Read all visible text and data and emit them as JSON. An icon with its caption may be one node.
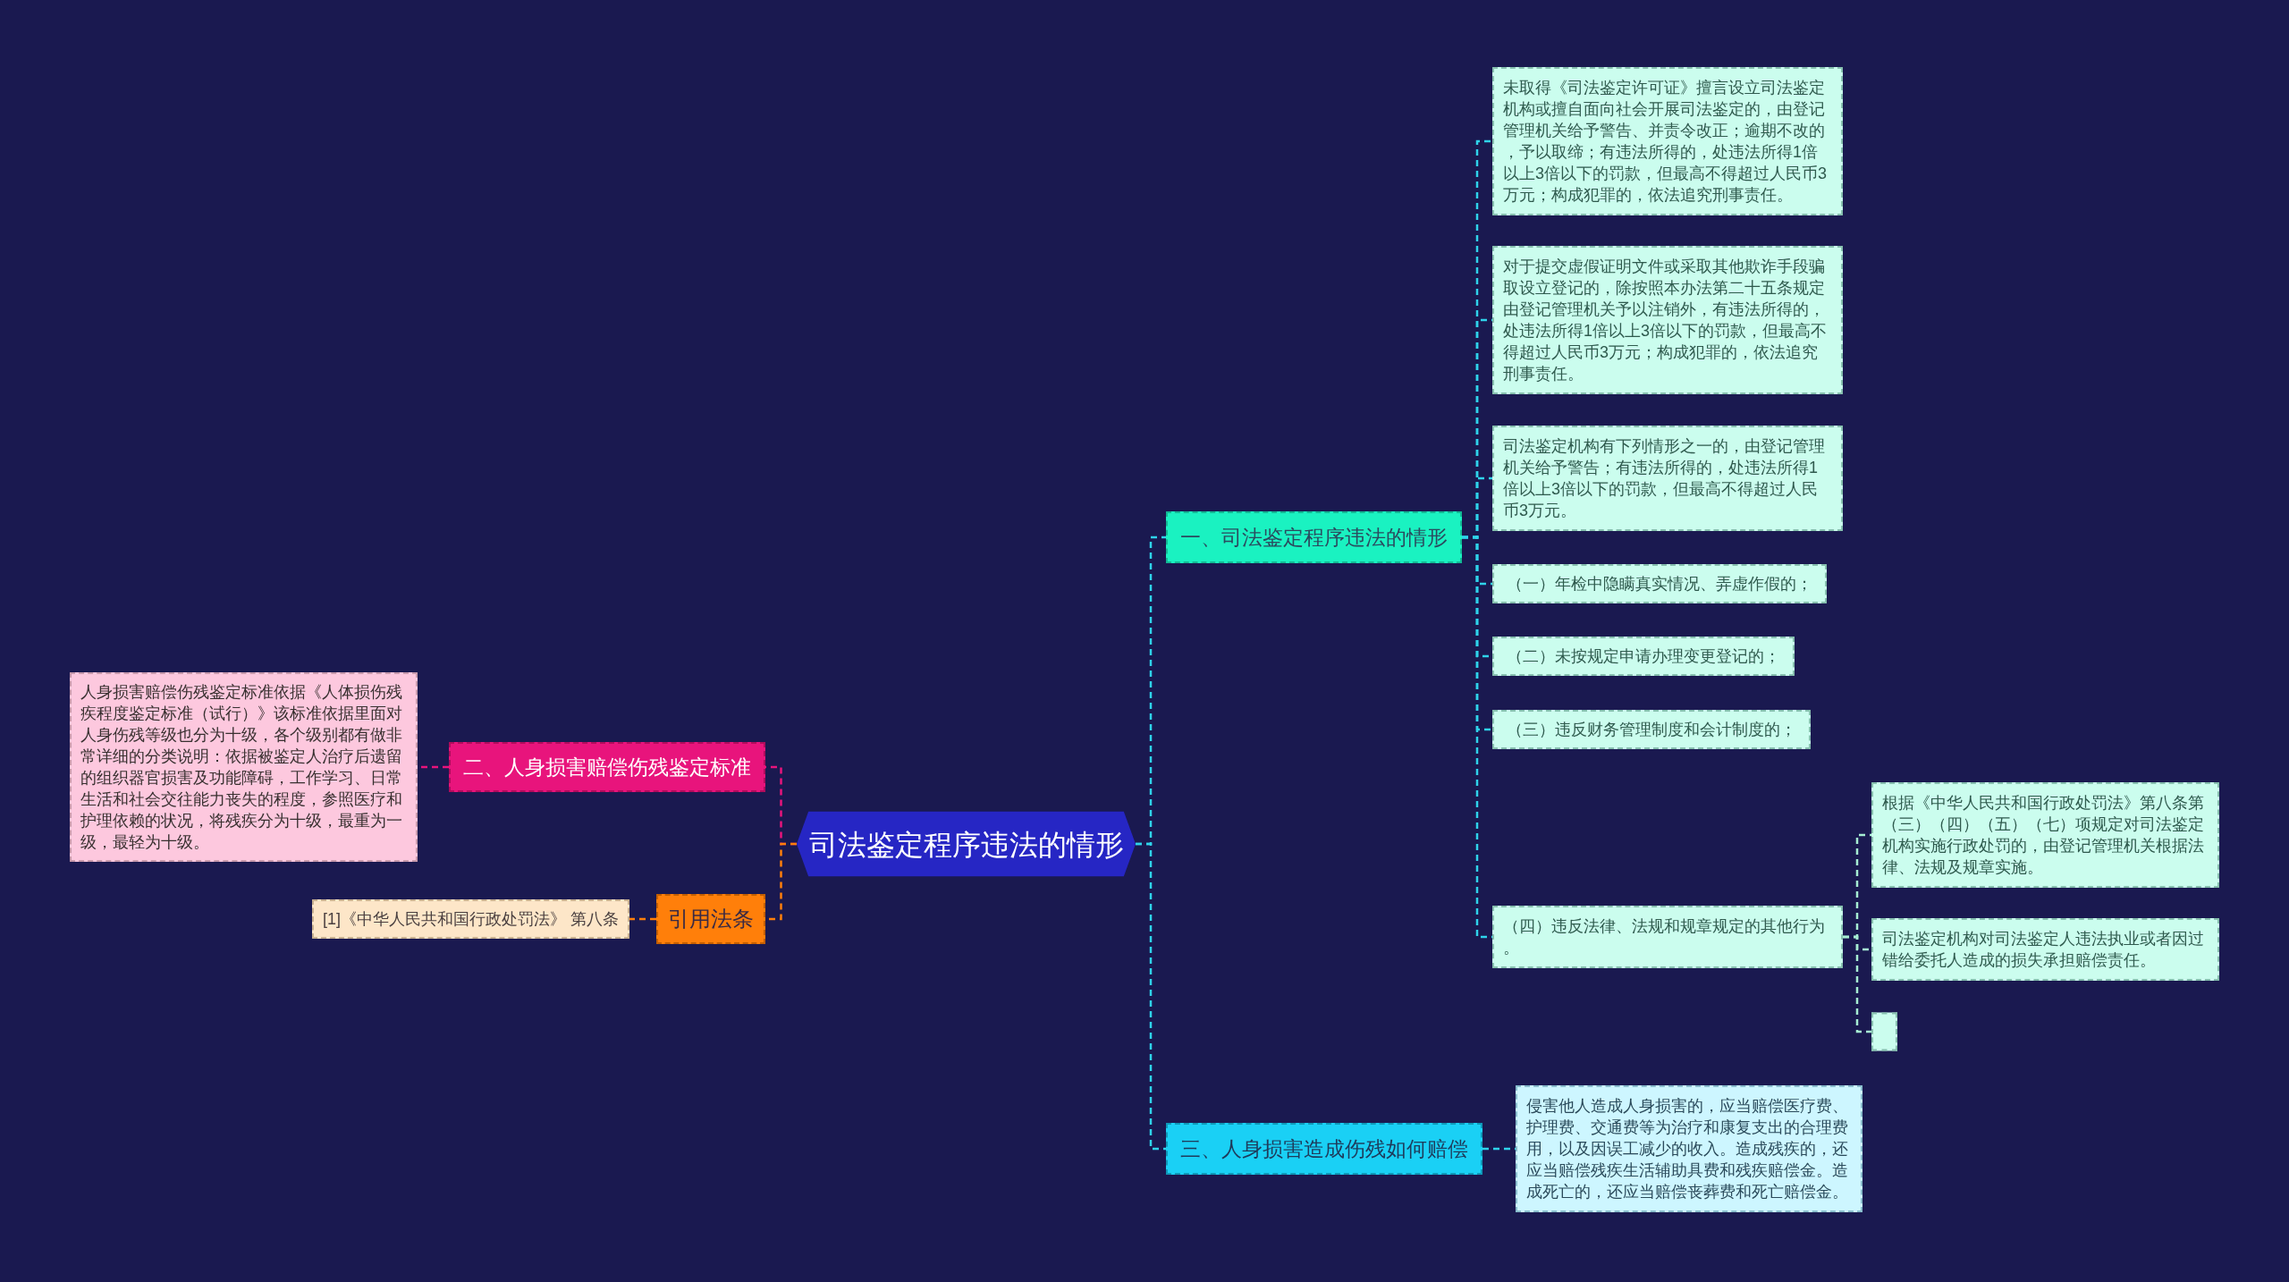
{
  "diagram": {
    "nodes": [
      {
        "text": [
          "司法鉴定程序违法的情形"
        ]
      },
      {
        "text": [
          "一、司法鉴定程序违法的情形"
        ]
      },
      {
        "text": [
          "未取得《司法鉴定许可证》擅言设立司法鉴定机构或擅自面向社会开展司法鉴定的，由登记管理机关给予警告、并责令改正；逾期不改的，予以取缔；有违法所得的，处违法所得1倍以上3倍以下的罚款，但最高不得超过人民币3万元；构成犯罪的，依法追究刑事责任。"
        ]
      },
      {
        "text": [
          "对于提交虚假证明文件或采取其他欺诈手段骗取设立登记的，除按照本办法第二十五条规定由登记管理机关予以注销外，有违法所得的，处违法所得1倍以上3倍以下的罚款，但最高不得超过人民币3万元；构成犯罪的，依法追究刑事责任。"
        ]
      },
      {
        "text": [
          "司法鉴定机构有下列情形之一的，由登记管理机关给予警告；有违法所得的，处违法所得1倍以上3倍以下的罚款，但最高不得超过人民币3万元。"
        ]
      },
      {
        "text": [
          "（一）年检中隐瞒真实情况、弄虚作假的；"
        ]
      },
      {
        "text": [
          "（二）未按规定申请办理变更登记的；"
        ]
      },
      {
        "text": [
          "（三）违反财务管理制度和会计制度的；"
        ]
      },
      {
        "text": [
          "（四）违反法律、法规和规章规定的其他行为。"
        ]
      },
      {
        "text": [
          "根据《中华人民共和国行政处罚法》第八条第（三）（四）（五）（七）项规定对司法鉴定机构实施行政处罚的，由登记管理机关根据法律、法规及规章实施。"
        ]
      },
      {
        "text": [
          "司法鉴定机构对司法鉴定人违法执业或者因过错给委托人造成的损失承担赔偿责任。"
        ]
      },
      {
        "text": [],
        "shape": "box"
      },
      {
        "text": [
          "二、人身损害赔偿伤残鉴定标准"
        ]
      },
      {
        "text": [
          "人身损害赔偿伤残鉴定标准依据《人体损伤残疾程度鉴定标准（试行）》该标准依据里面对人身伤残等级也分为十级，各个级别都有做非常详细的分类说明：依据被鉴定人治疗后遗留的组织器官损害及功能障碍，工作学习、日常生活和社会交往能力丧失的程度，参照医疗和护理依赖的状况，将残疾分为十级，最重为一级，最轻为十级。"
        ]
      },
      {
        "text": [
          "引用法条"
        ]
      },
      {
        "text": [
          "[1]《中华人民共和国行政处罚法》 第八条"
        ]
      },
      {
        "text": [
          "三、人身损害造成伤残如何赔偿"
        ]
      },
      {
        "text": [
          "侵害他人造成人身损害的，应当赔偿医疗费、护理费、交通费等为治疗和康复支出的合理费用，以及因误工减少的收入。造成残疾的，还应当赔偿残疾生活辅助具费和残疾赔偿金。造成死亡的，还应当赔偿丧葬费和死亡赔偿金。"
        ]
      }
    ],
    "edges": [
      {
        "from": 0,
        "to": 1,
        "arrow": "none",
        "style": "dashed"
      },
      {
        "from": 1,
        "to": 2,
        "arrow": "none",
        "style": "dashed"
      },
      {
        "from": 1,
        "to": 3,
        "arrow": "none",
        "style": "dashed"
      },
      {
        "from": 1,
        "to": 4,
        "arrow": "none",
        "style": "dashed"
      },
      {
        "from": 1,
        "to": 5,
        "arrow": "none",
        "style": "dashed"
      },
      {
        "from": 1,
        "to": 6,
        "arrow": "none",
        "style": "dashed"
      },
      {
        "from": 1,
        "to": 7,
        "arrow": "none",
        "style": "dashed"
      },
      {
        "from": 1,
        "to": 8,
        "arrow": "none",
        "style": "dashed"
      },
      {
        "from": 8,
        "to": 9,
        "arrow": "none",
        "style": "dashed",
        "color": "#a6eed2"
      },
      {
        "from": 8,
        "to": 10,
        "arrow": "none",
        "style": "dashed",
        "color": "#a6eed2"
      },
      {
        "from": 8,
        "to": 11,
        "arrow": "none",
        "style": "dashed",
        "color": "#a6eed2"
      },
      {
        "from": 0,
        "to": 12,
        "arrow": "none",
        "style": "dashed",
        "color": "#e8147c"
      },
      {
        "from": 12,
        "to": 13,
        "arrow": "none",
        "style": "dashed",
        "color": "#e8147c"
      },
      {
        "from": 0,
        "to": 14,
        "arrow": "none",
        "style": "dashed",
        "color": "#ff7f0a"
      },
      {
        "from": 14,
        "to": 15,
        "arrow": "none",
        "style": "dashed",
        "color": "#ff7f0a"
      },
      {
        "from": 0,
        "to": 16,
        "arrow": "none",
        "style": "dashed"
      },
      {
        "from": 16,
        "to": 17,
        "arrow": "none",
        "style": "dashed"
      }
    ]
  }
}
